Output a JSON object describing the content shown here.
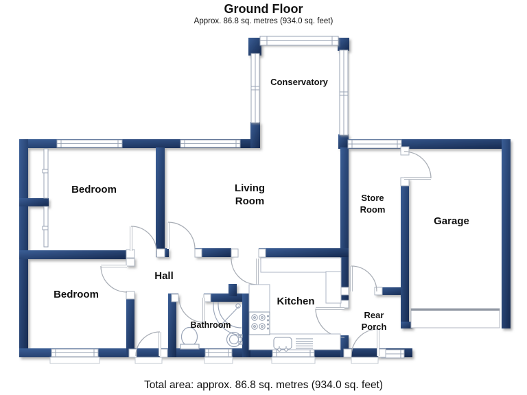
{
  "header": {
    "title": "Ground Floor",
    "subtitle": "Approx. 86.8 sq. metres (934.0 sq. feet)"
  },
  "footer": {
    "total_area": "Total area: approx. 86.8 sq. metres (934.0 sq. feet)"
  },
  "colors": {
    "wall_navy": "#16294f",
    "wall_navy_light": "#3a5e96",
    "frame_gray": "#98a3b4",
    "door_arc_gray": "#a9aeb6",
    "text": "#111111"
  },
  "rooms": {
    "conservatory": {
      "label": "Conservatory"
    },
    "bedroom_top": {
      "label": "Bedroom"
    },
    "living_room": {
      "line1": "Living",
      "line2": "Room"
    },
    "store_room": {
      "line1": "Store",
      "line2": "Room"
    },
    "garage": {
      "label": "Garage"
    },
    "bedroom_bottom": {
      "label": "Bedroom"
    },
    "hall": {
      "label": "Hall"
    },
    "kitchen": {
      "label": "Kitchen"
    },
    "bathroom": {
      "label": "Bathroom"
    },
    "rear_porch": {
      "line1": "Rear",
      "line2": "Porch"
    }
  },
  "fixtures": {
    "shower": "corner-shower",
    "toilet": "toilet",
    "basin": "wall-basin",
    "hob": "four-ring-hob",
    "sink": "sink-with-drainer",
    "garage_door": "up-and-over-garage-door",
    "wardrobe": "built-in-wardrobe"
  }
}
